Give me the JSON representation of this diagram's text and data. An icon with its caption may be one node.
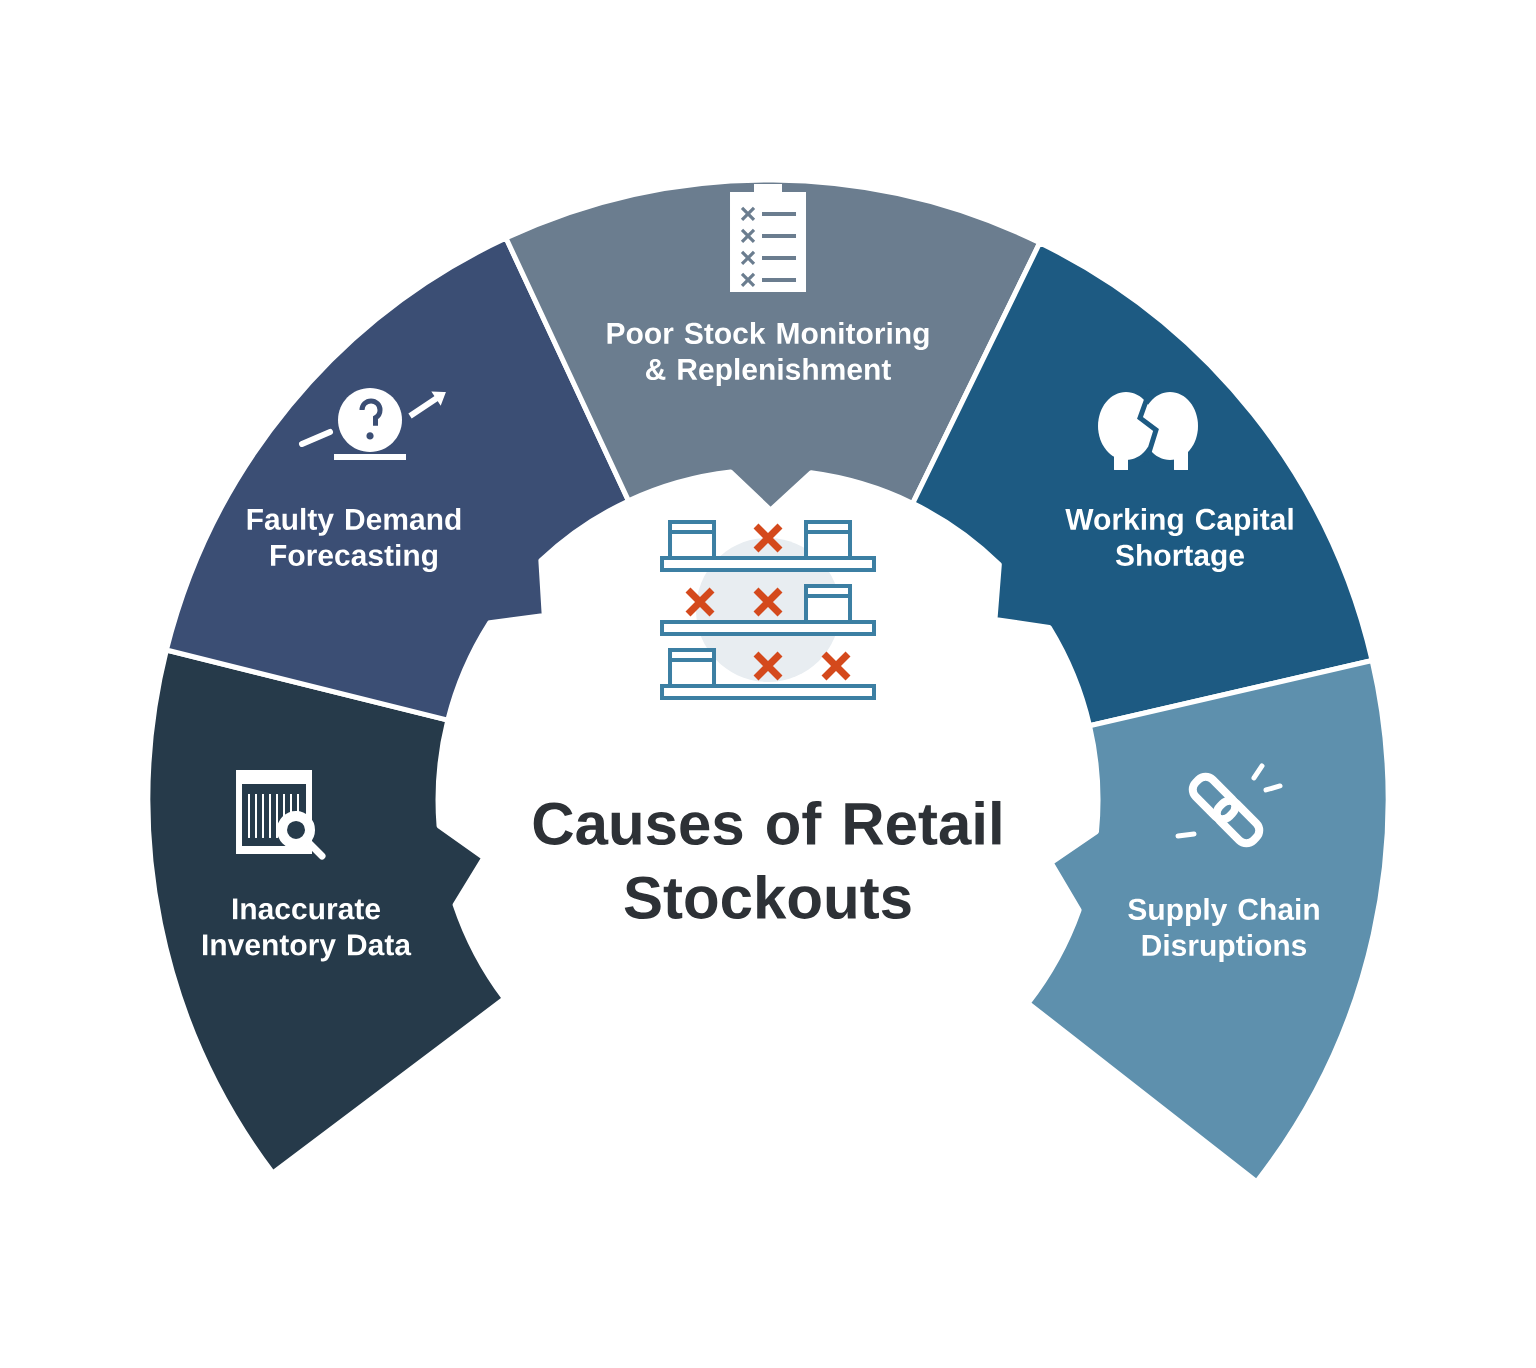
{
  "diagram": {
    "title": "Causes of Retail Stockouts",
    "nodes": [
      {
        "text": [
          "Inaccurate Inventory Data"
        ]
      },
      {
        "text": [
          "Faulty Demand Forecasting"
        ]
      },
      {
        "text": [
          "Poor Stock Monitoring & Replenishment"
        ]
      },
      {
        "text": [
          "Working Capital Shortage"
        ]
      },
      {
        "text": [
          "Supply Chain Disruptions"
        ]
      }
    ]
  }
}
